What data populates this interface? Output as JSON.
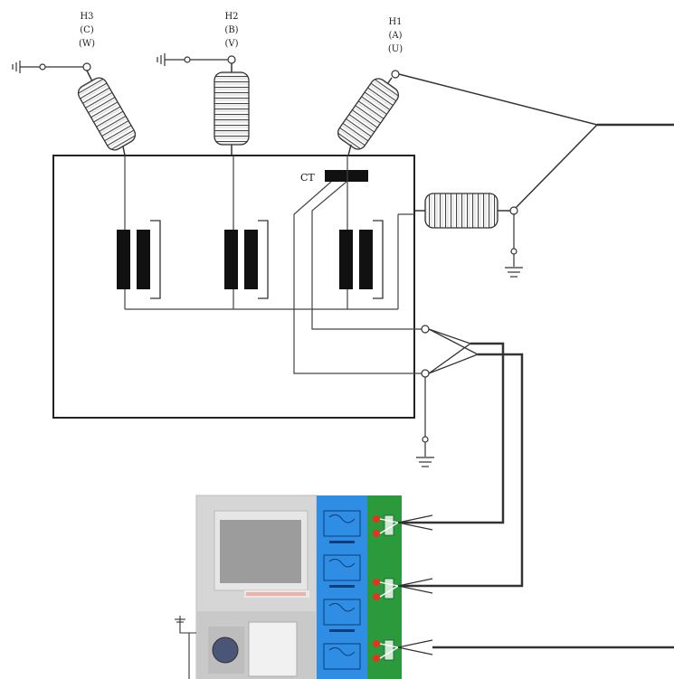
{
  "terminals": {
    "h3": {
      "line1": "H3",
      "line2": "(C)",
      "line3": "(W)"
    },
    "h2": {
      "line1": "H2",
      "line2": "(B)",
      "line3": "(V)"
    },
    "h1": {
      "line1": "H1",
      "line2": "(A)",
      "line3": "(U)"
    }
  },
  "ct_label": "CT",
  "colors": {
    "line": "#333333",
    "box": "#222222",
    "core": "#111111",
    "instrument_gray": "#d6d6d6",
    "instrument_screen": "#9c9c9c",
    "panel_blue": "#2f8de4",
    "panel_green": "#2a9a3c",
    "terminal_red": "#e8321e"
  },
  "icons": [
    "ground-icon",
    "bushing-icon",
    "ct-icon",
    "coil-icon",
    "knob-icon"
  ]
}
